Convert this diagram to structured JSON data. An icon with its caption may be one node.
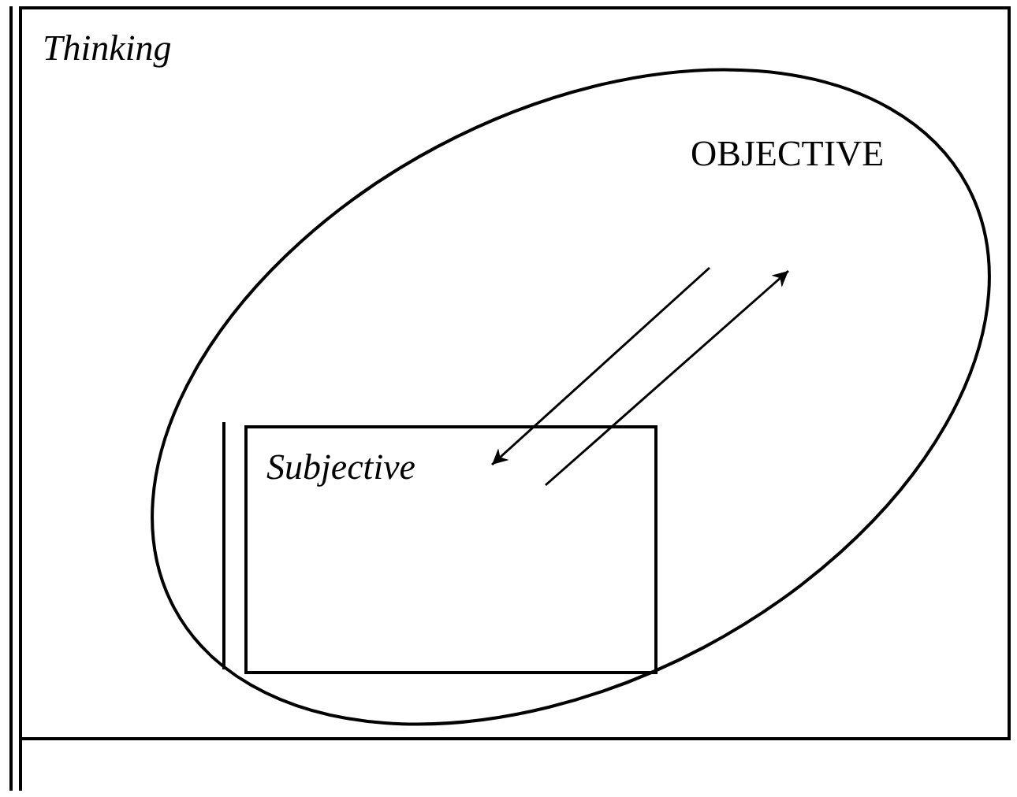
{
  "diagram": {
    "nodes": [
      {
        "text": [
          "Thinking"
        ]
      },
      {
        "text": [],
        "shape": "ellipse",
        "in": 0
      },
      {
        "text": [
          "OBJECTIVE"
        ],
        "in": 1
      },
      {
        "text": [
          "Subjective"
        ],
        "in": 1
      }
    ],
    "edges": [
      {
        "from": 2,
        "to": 3,
        "arrow": "to"
      },
      {
        "from": 3,
        "to": 2,
        "arrow": "to"
      }
    ]
  }
}
